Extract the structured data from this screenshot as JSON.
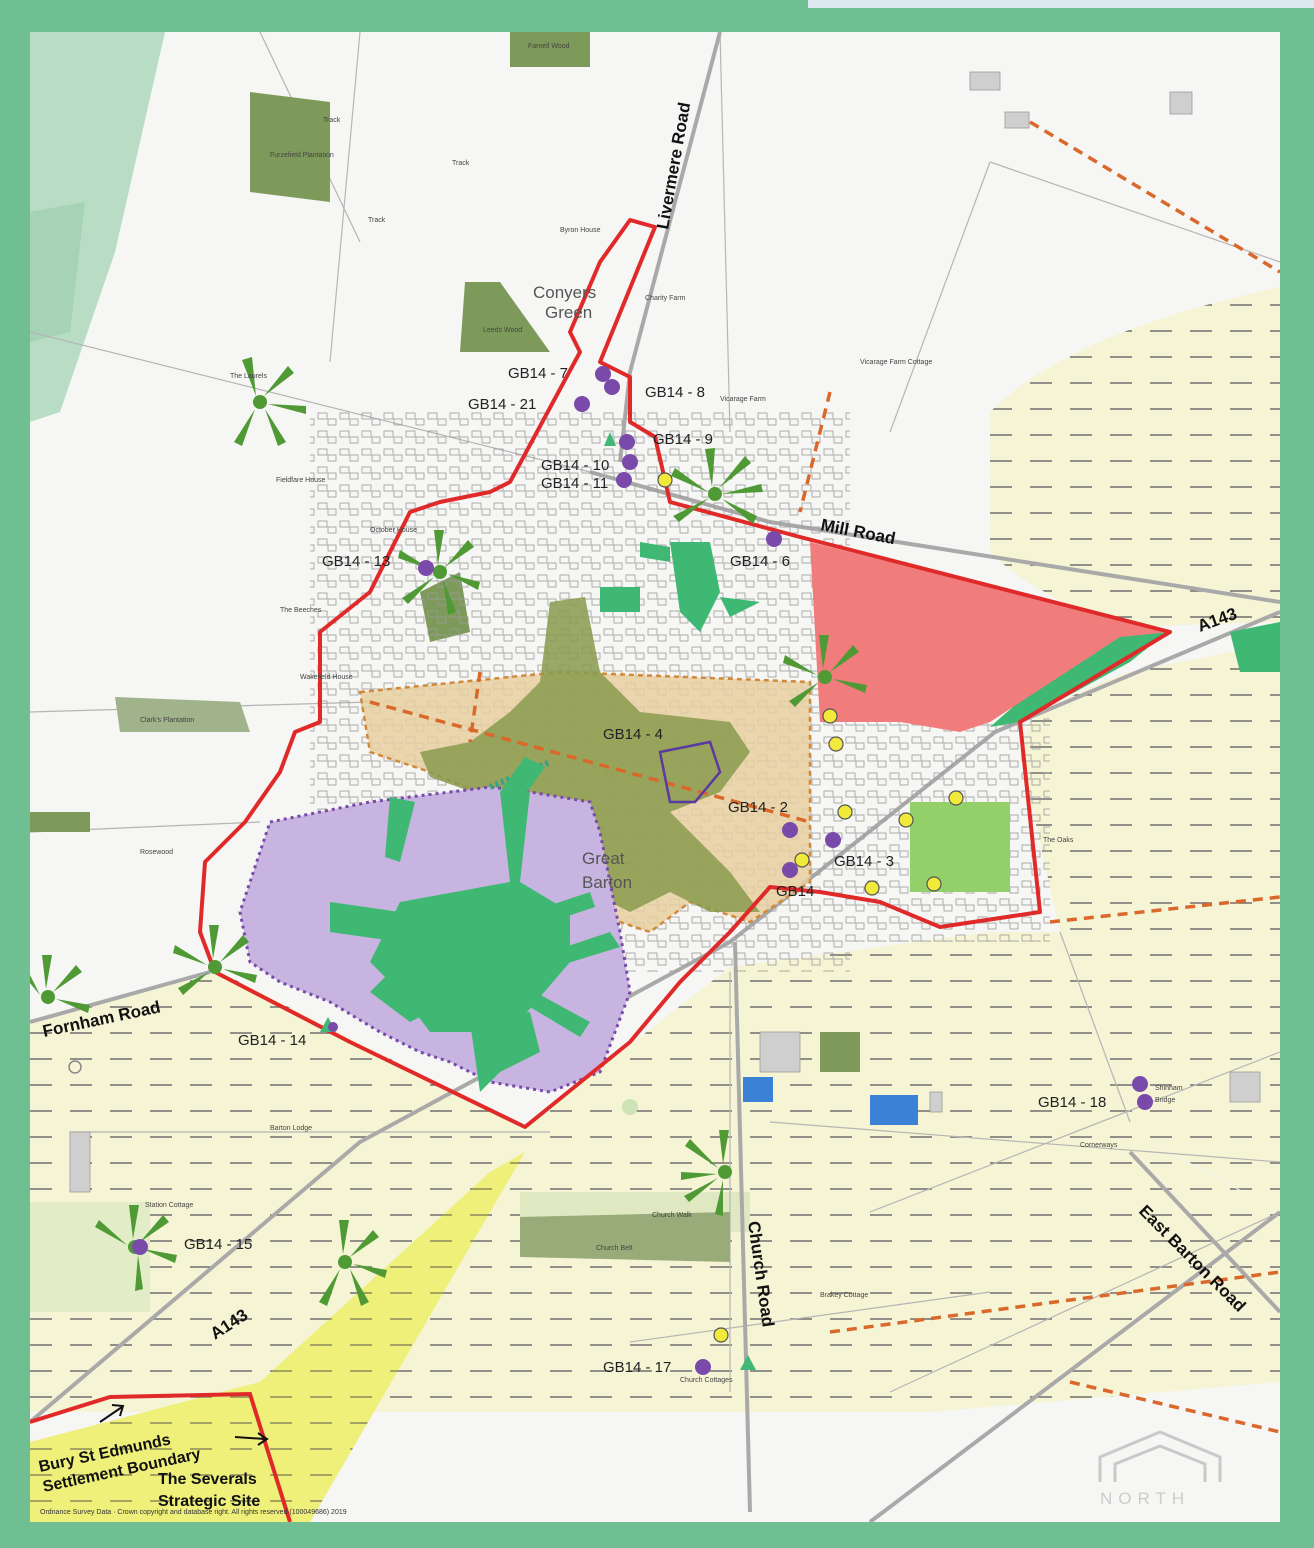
{
  "roads": {
    "livermere": "Livermere Road",
    "mill": "Mill Road",
    "a143_east": "A143",
    "a143_south": "A143",
    "fornham": "Fornham Road",
    "church": "Church Road",
    "east_barton": "East Barton Road"
  },
  "village": {
    "conyers_line1": "Conyers",
    "conyers_line2": "Green",
    "great_barton_line1": "Great",
    "great_barton_line2": "Barton"
  },
  "sites": [
    {
      "id": "gb14-7",
      "label": "GB14 - 7"
    },
    {
      "id": "gb14-8",
      "label": "GB14 - 8"
    },
    {
      "id": "gb14-21",
      "label": "GB14 - 21"
    },
    {
      "id": "gb14-9",
      "label": "GB14 - 9"
    },
    {
      "id": "gb14-10",
      "label": "GB14 - 10"
    },
    {
      "id": "gb14-11",
      "label": "GB14 - 11"
    },
    {
      "id": "gb14-13",
      "label": "GB14 - 13"
    },
    {
      "id": "gb14-6",
      "label": "GB14 - 6"
    },
    {
      "id": "gb14-4",
      "label": "GB14 - 4"
    },
    {
      "id": "gb14-2",
      "label": "GB14 - 2"
    },
    {
      "id": "gb14-3",
      "label": "GB14 - 3"
    },
    {
      "id": "gb14-1",
      "label": "GB14"
    },
    {
      "id": "gb14-14",
      "label": "GB14 - 14"
    },
    {
      "id": "gb14-18",
      "label": "GB14 - 18"
    },
    {
      "id": "gb14-15",
      "label": "GB14 - 15"
    },
    {
      "id": "gb14-17",
      "label": "GB14 - 17"
    }
  ],
  "places": {
    "farnell_wood": "Farnell Wood",
    "byron_house": "Byron House",
    "charity_farm": "Charity Farm",
    "vicarage_farm": "Vicarage Farm",
    "vicarage_farm_cottage": "Vicarage Farm Cottage",
    "the_laurels": "The Laurels",
    "fieldfare_house": "Fieldfare House",
    "october_house": "October House",
    "the_beeches": "The Beeches",
    "wakefield_house": "Wakefield House",
    "clarks_plantation": "Clark's Plantation",
    "rosewood": "Rosewood",
    "the_oaks": "The Oaks",
    "shinham_bridge_1": "Shinham",
    "shinham_bridge_2": "Bridge",
    "cornerways": "Cornerways",
    "church_walk": "Church Walk",
    "church_belt": "Church Belt",
    "station_cottage": "Station Cottage",
    "barton_lodge": "Barton Lodge",
    "brakey_cottage": "Brakey Cottage",
    "church_cottages": "Church Cottages",
    "track": "Track",
    "leeds_wood": "Leeds Wood",
    "furzefield": "Furzefield Plantation"
  },
  "legend": {
    "settlement_line1": "Bury St Edmunds",
    "settlement_line2": "Settlement Boundary",
    "severals_line1": "The Severals",
    "severals_line2": "Strategic Site"
  },
  "north_label": "NORTH",
  "copyright": "Ordnance Survey Data · Crown copyright and database right. All rights reserved (100049686) 2019",
  "colors": {
    "frame": "#6fbf93",
    "boundary": "#e02a2a",
    "site_pink": "#f07c7c",
    "site_purple": "#c8b4e0",
    "open_green": "#3fb874",
    "woodland": "#7e9a5a",
    "conservation": "#c9a858",
    "dot_purple": "#7a4aaa",
    "dot_yellow": "#f2ea3a",
    "severals_yellow": "#eef07a",
    "dashed_fields": "#f3f2cd",
    "path_orange": "#d9682a"
  }
}
